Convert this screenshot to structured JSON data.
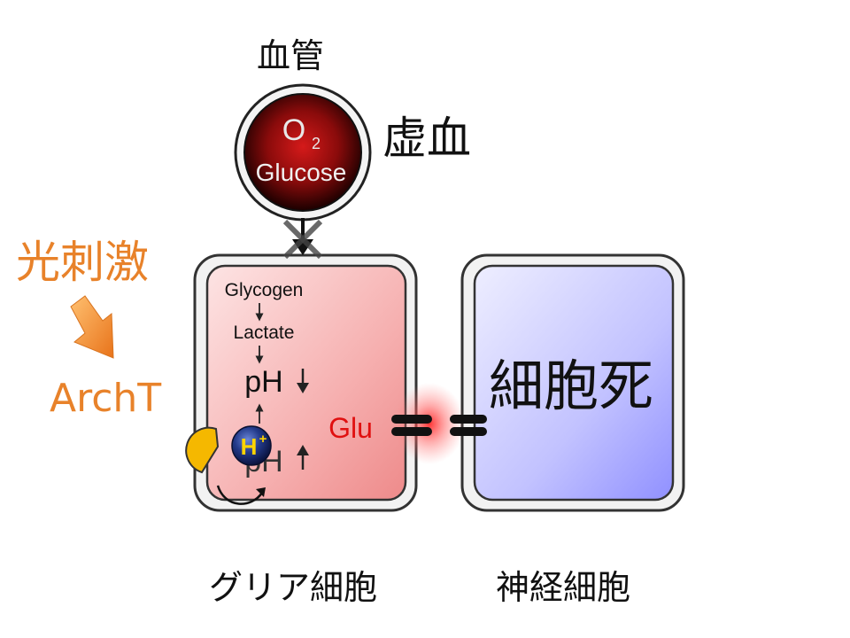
{
  "labels": {
    "vessel": "血管",
    "ischemia": "虚血",
    "light_stimulation": "光刺激",
    "archt": "ArchT",
    "glial_cell": "グリア細胞",
    "neuron": "神経細胞",
    "cell_death": "細胞死"
  },
  "vessel": {
    "oxygen": "O",
    "oxygen_subscript": "2",
    "glucose": "Glucose"
  },
  "pathway": {
    "glycogen": "Glycogen",
    "lactate": "Lactate",
    "ph": "pH",
    "proton": "H",
    "proton_charge": "+",
    "glutamate": "Glu"
  },
  "colors": {
    "light_orange": "#e8822a",
    "glia_red": "#f4a0a0",
    "neuron_blue": "#9a9aff",
    "vessel_dark": "#2a0000",
    "glu_red": "#e01010",
    "proton_blue": "#1a2a6e",
    "archt_yellow": "#f5b800"
  },
  "icons": [
    "block-x-icon",
    "down-arrow-icon",
    "up-arrow-icon",
    "orange-arrow-icon",
    "archt-pump-icon",
    "curved-arrow-icon",
    "channel-icon"
  ]
}
